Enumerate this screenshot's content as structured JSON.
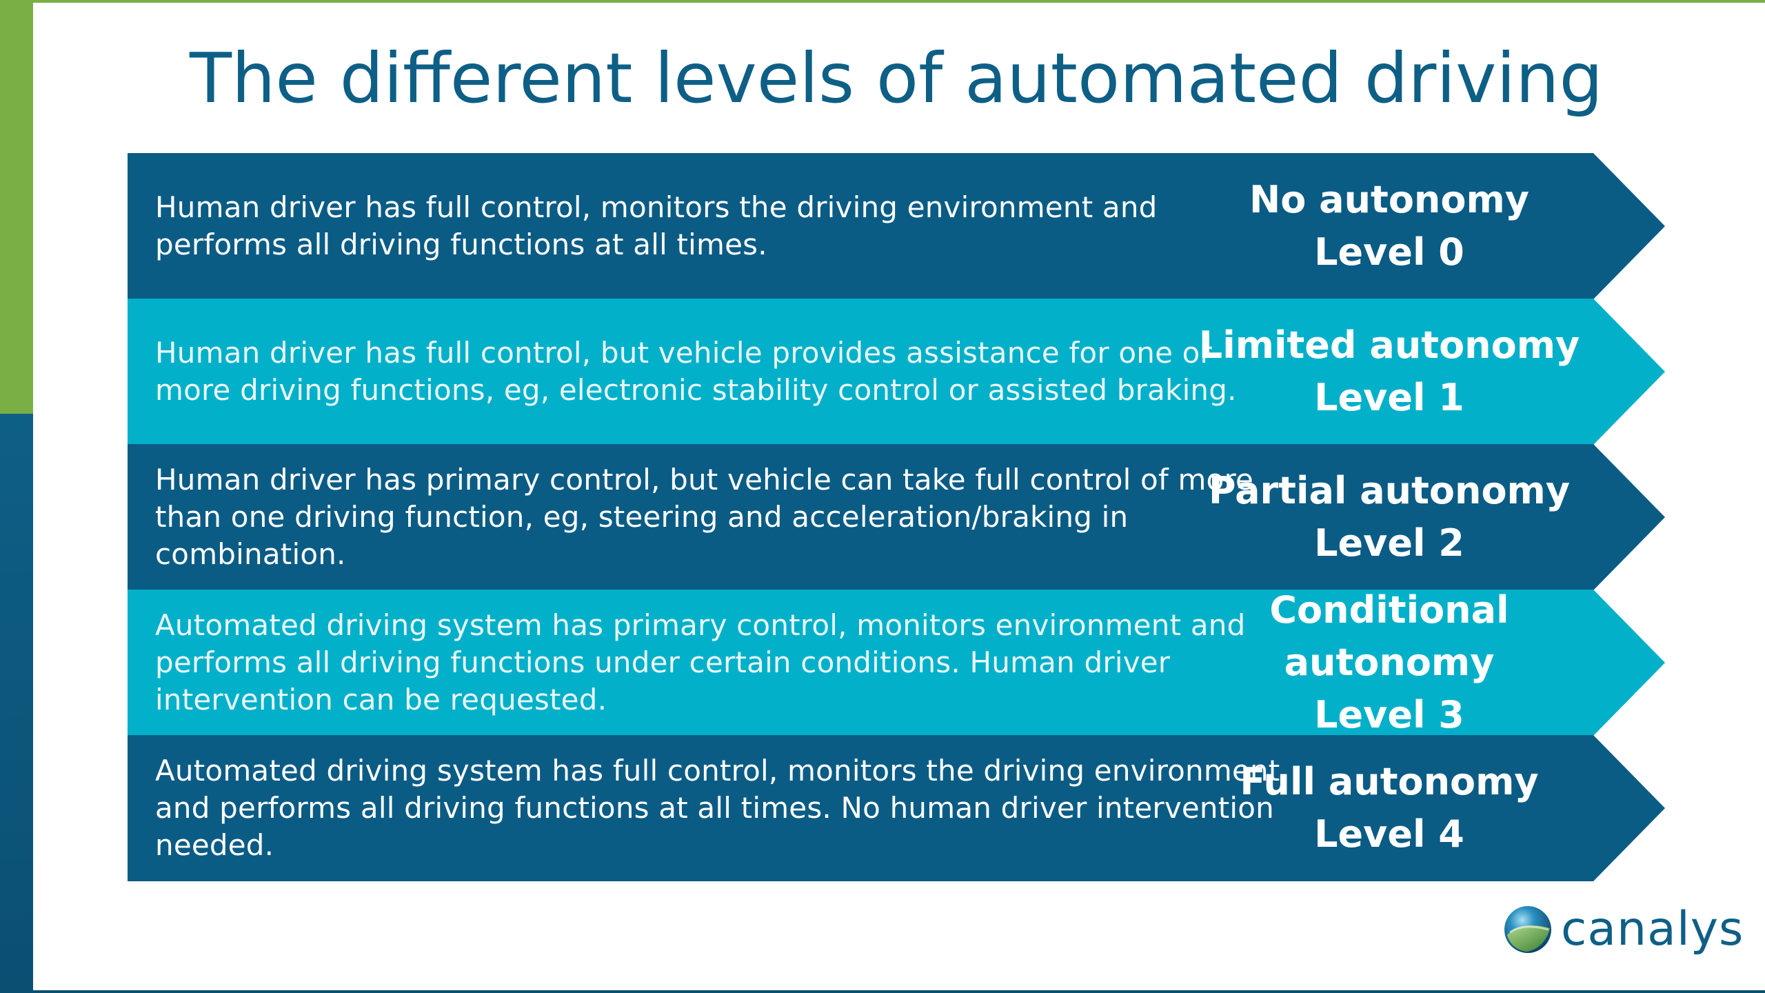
{
  "title": "The different levels of automated driving",
  "colors": {
    "dark_row": "#0b5c85",
    "light_row": "#02b0c9",
    "title": "#0e5f86",
    "accent_green": "#7aaf45"
  },
  "levels": [
    {
      "description": "Human driver has full control, monitors the driving environment and performs all driving functions at all times.",
      "name": "No autonomy",
      "level": "Level 0",
      "tone": "dark"
    },
    {
      "description": "Human driver has full control, but vehicle provides assistance for one or more driving functions, eg, electronic stability control or assisted braking.",
      "name": "Limited autonomy",
      "level": "Level 1",
      "tone": "light"
    },
    {
      "description": "Human driver has primary control, but vehicle can take full control of more than one driving function, eg, steering and acceleration/braking in combination.",
      "name": "Partial autonomy",
      "level": "Level 2",
      "tone": "dark"
    },
    {
      "description": "Automated driving system has primary control, monitors environment and performs all driving functions under certain conditions. Human driver intervention can be requested.",
      "name": "Conditional autonomy",
      "level": "Level 3",
      "tone": "light"
    },
    {
      "description": "Automated driving system has full control, monitors the driving environment and performs all driving functions at all times. No human driver intervention needed.",
      "name": "Full autonomy",
      "level": "Level 4",
      "tone": "dark"
    }
  ],
  "logo": {
    "text": "canalys",
    "icon": "globe-icon"
  }
}
